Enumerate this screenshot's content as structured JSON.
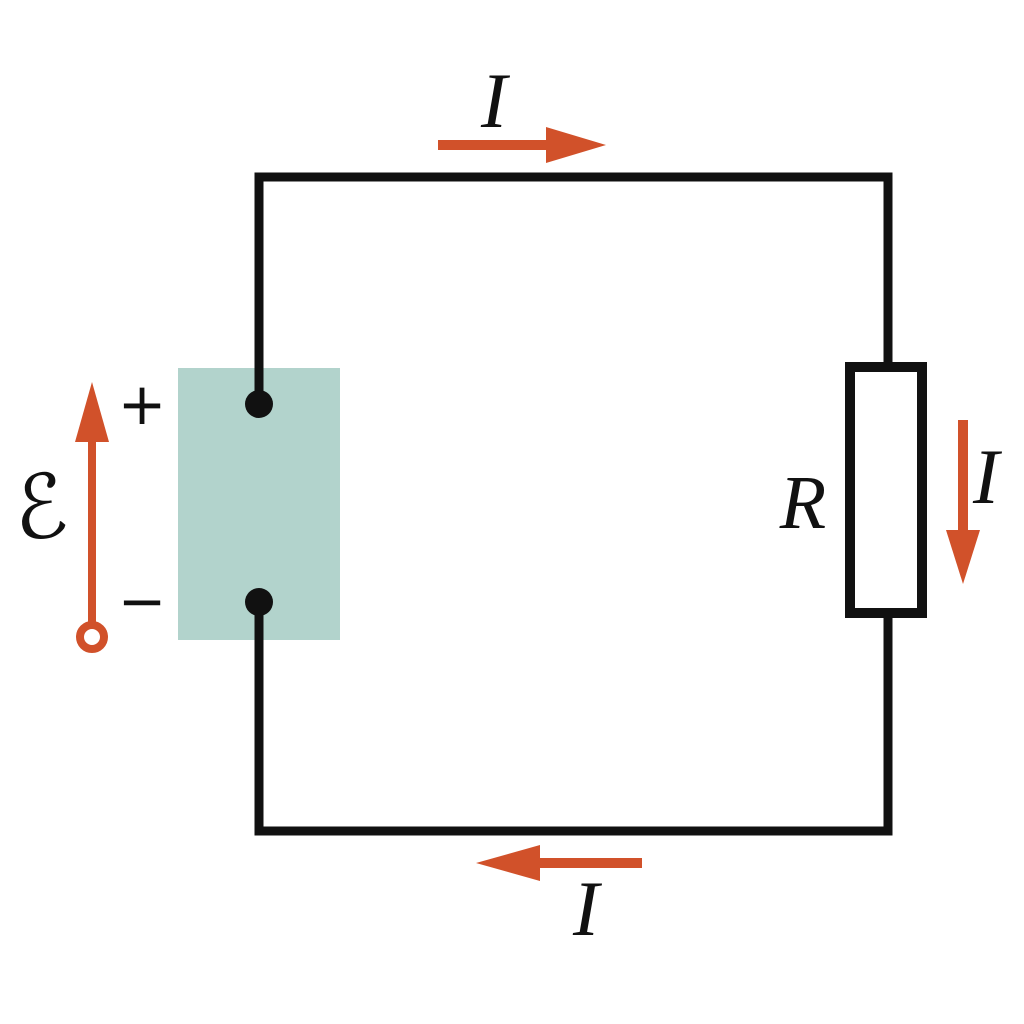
{
  "figure": {
    "type": "circuit-diagram",
    "description": "Simple series circuit: an emf source drives current I clockwise through a resistor R",
    "colors": {
      "background": "#ffffff",
      "wire": "#111111",
      "arrow_accent": "#d1512a",
      "battery_fill": "#b2d3cc",
      "resistor_fill": "#ffffff"
    },
    "battery": {
      "emf_label": "ℰ",
      "plus_label": "+",
      "minus_label": "−"
    },
    "resistor": {
      "label": "R"
    },
    "currents": {
      "top_label": "I",
      "right_label": "I",
      "bottom_label": "I"
    }
  }
}
